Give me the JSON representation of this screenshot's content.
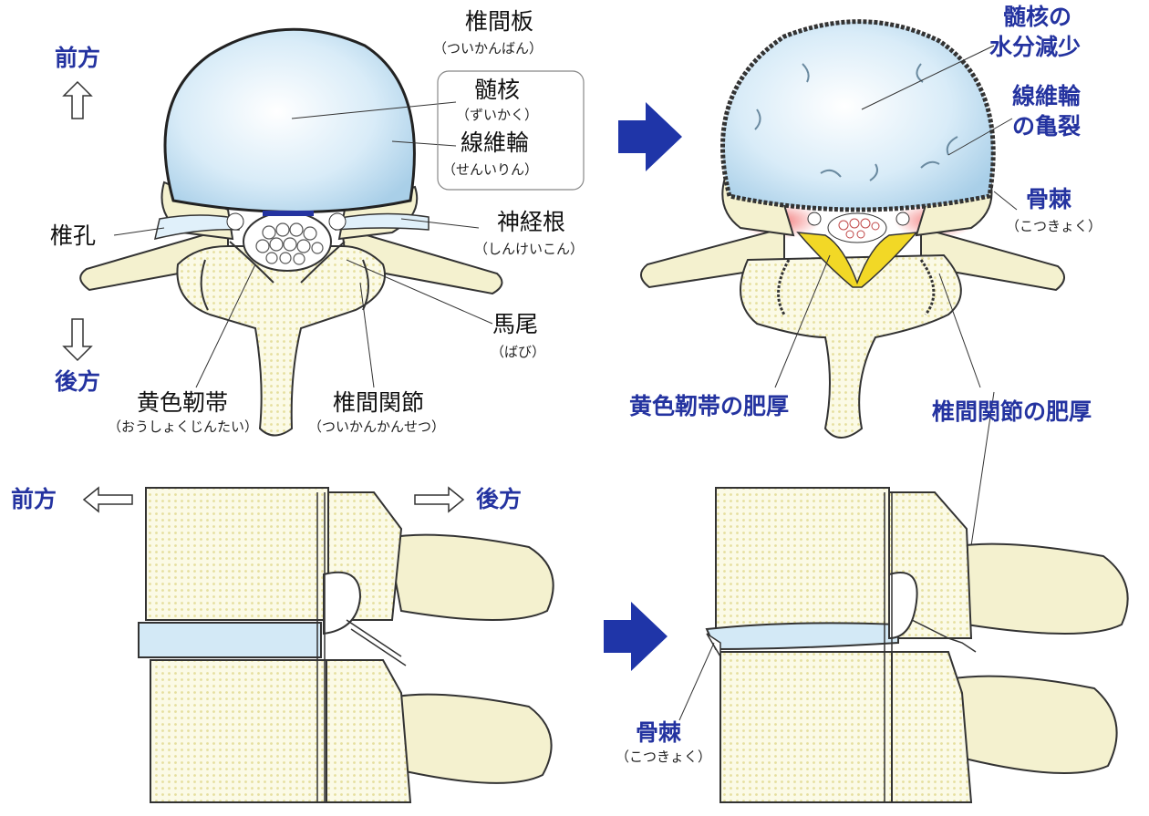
{
  "labels": {
    "anterior": "前方",
    "posterior": "後方",
    "disc": "椎間板",
    "disc_reading": "（ついかんばん）",
    "nucleus": "髄核",
    "nucleus_reading": "（ずいかく）",
    "annulus": "線維輪",
    "annulus_reading": "（せんいりん）",
    "foramen": "椎孔",
    "nerve_root": "神経根",
    "nerve_root_reading": "（しんけいこん）",
    "cauda": "馬尾",
    "cauda_reading": "（ばび）",
    "ligament": "黄色靭帯",
    "ligament_reading": "（おうしょくじんたい）",
    "facet": "椎間関節",
    "facet_reading": "（ついかんかんせつ）"
  },
  "changes": {
    "nucleus_dehydration_1": "髄核の",
    "nucleus_dehydration_2": "水分減少",
    "annulus_tear_1": "線維輪",
    "annulus_tear_2": "の亀裂",
    "osteophyte": "骨棘",
    "osteophyte_reading": "（こつきょく）",
    "ligament_thick": "黄色靭帯の肥厚",
    "facet_thick": "椎間関節の肥厚"
  },
  "colors": {
    "disc_blue": "#cfe6f5",
    "bone_cream": "#f4f1cf",
    "accent_blue": "#1f35a8",
    "ligament_yellow": "#f2d826",
    "inflammation_red": "#f06262"
  }
}
